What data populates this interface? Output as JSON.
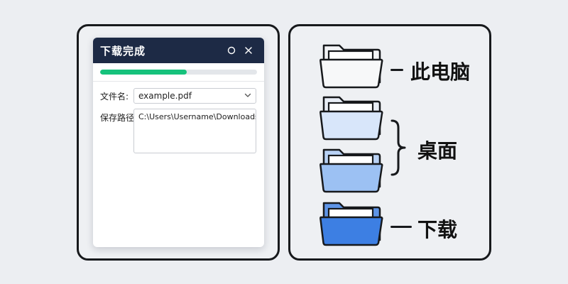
{
  "dialog": {
    "title": "下载完成",
    "progress_percent": 55,
    "filename_label": "文件名:",
    "filename_value": "example.pdf",
    "path_label": "保存路径:",
    "path_value": "C:\\Users\\Username\\Downloads"
  },
  "labels": {
    "computer": "此电脑",
    "desktop": "桌面",
    "downloads": "下载"
  },
  "colors": {
    "titlebar": "#1d2a45",
    "progress": "#16c27c",
    "folder_white": "#f7f8f9",
    "folder_light_blue": "#d8e6fa",
    "folder_mid_blue": "#9cc1f3",
    "folder_blue": "#3d7fe3"
  }
}
